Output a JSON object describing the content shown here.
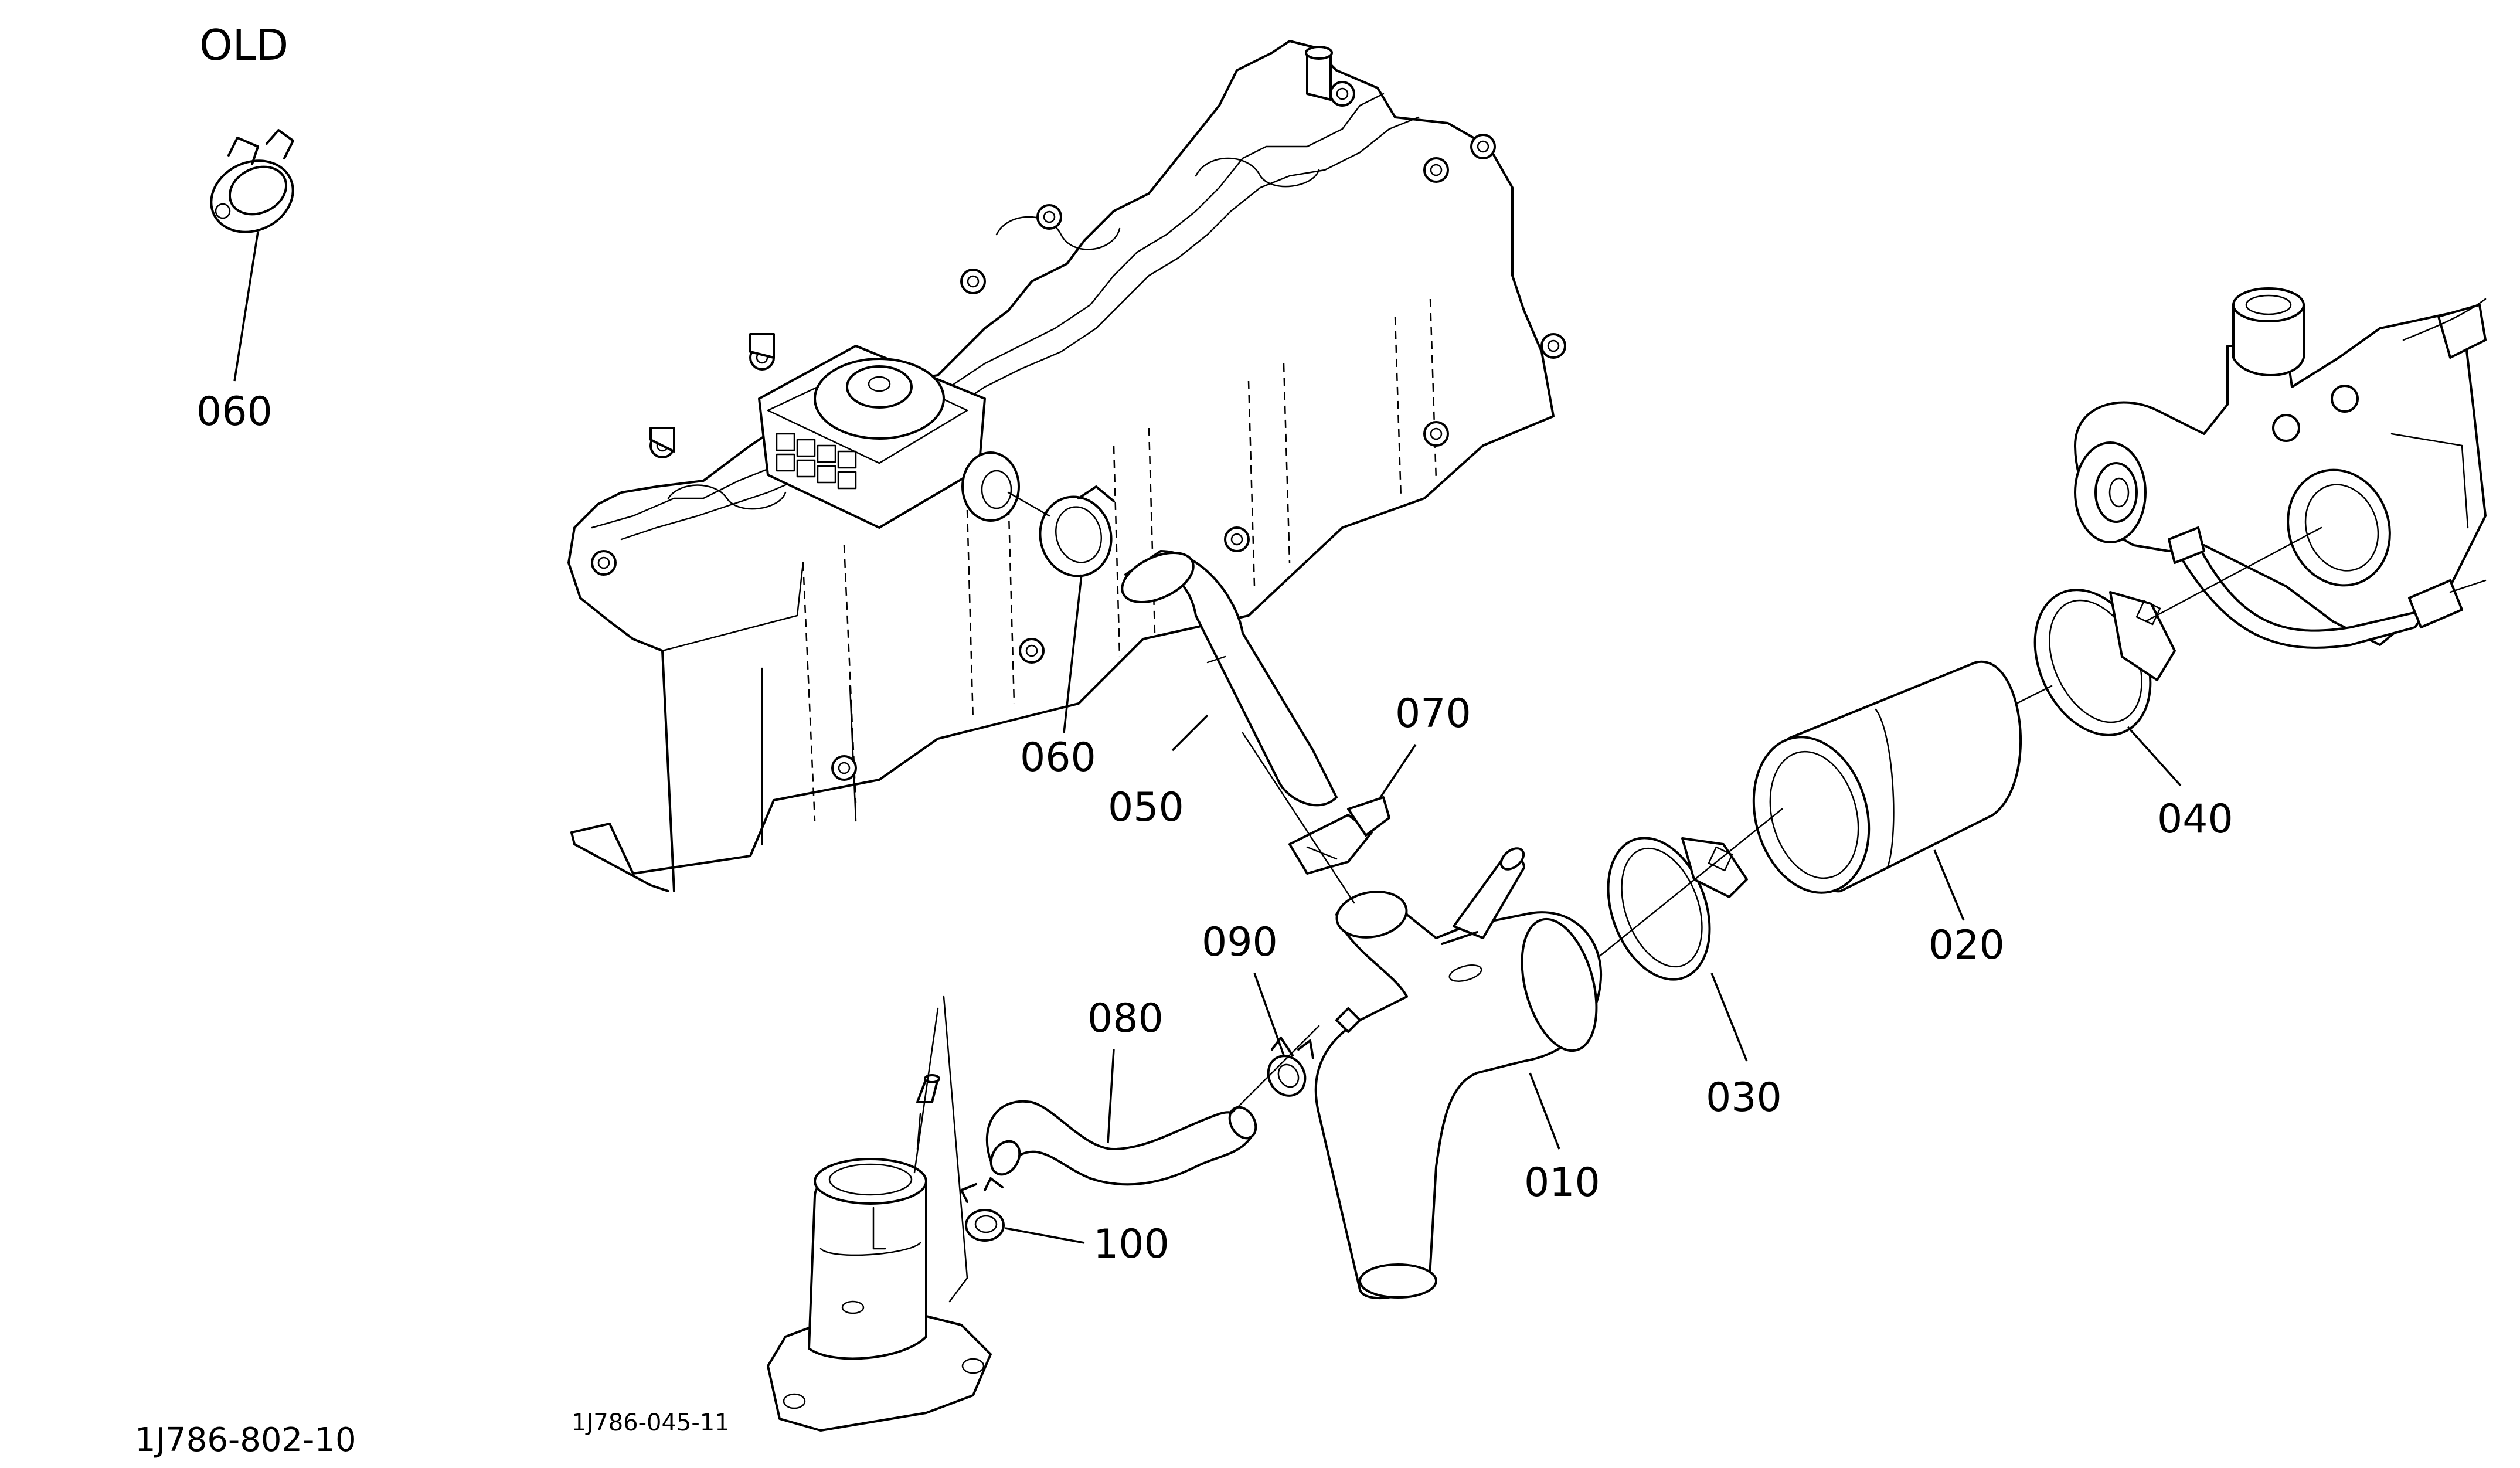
{
  "diagram": {
    "title": "OLD",
    "figure_code": "1J786-802-10",
    "sub_figure_code": "1J786-045-11",
    "callouts": {
      "c010": "010",
      "c020": "020",
      "c030": "030",
      "c040": "040",
      "c050": "050",
      "c060_old": "060",
      "c060": "060",
      "c070": "070",
      "c080": "080",
      "c090": "090",
      "c100": "100"
    }
  }
}
